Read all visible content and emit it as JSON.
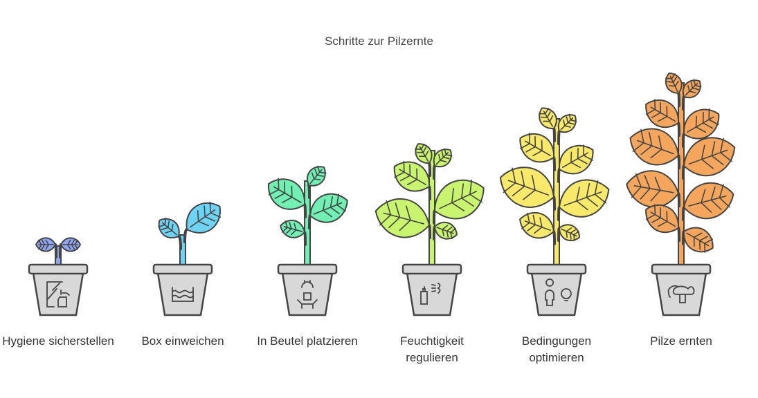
{
  "title": "Schritte zur Pilzernte",
  "steps": [
    {
      "label": "Hygiene sicherstellen",
      "icon": "cleaning-spray-icon",
      "color": "#8fa6f2"
    },
    {
      "label": "Box einweichen",
      "icon": "water-box-icon",
      "color": "#6fd3f6"
    },
    {
      "label": "In Beutel platzieren",
      "icon": "bag-placement-icon",
      "color": "#72efb2"
    },
    {
      "label": "Feuchtigkeit regulieren",
      "icon": "humidifier-spray-icon",
      "color": "#c9f46f"
    },
    {
      "label": "Bedingungen optimieren",
      "icon": "person-lightbulb-icon",
      "color": "#f9e96a"
    },
    {
      "label": "Pilze ernten",
      "icon": "mushroom-icon",
      "color": "#f6a65c"
    }
  ]
}
